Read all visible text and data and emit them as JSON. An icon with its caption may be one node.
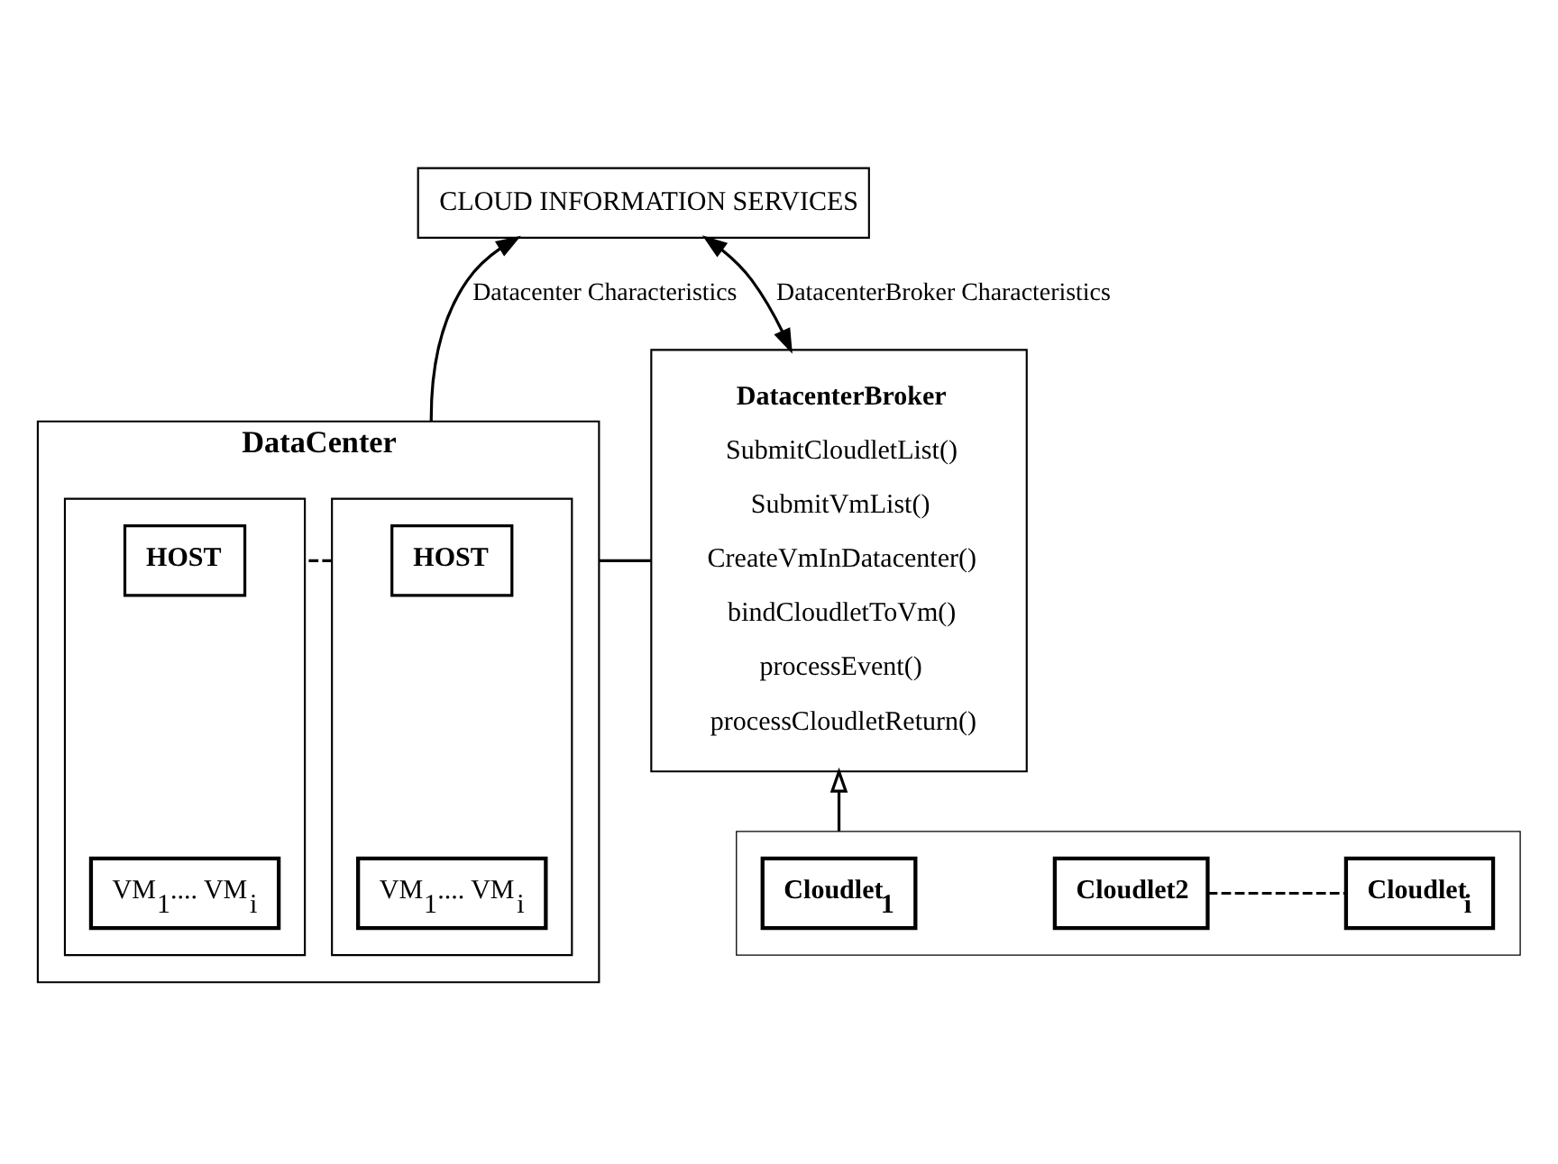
{
  "diagram": {
    "nodes": [
      {
        "text": [
          "CLOUD INFORMATION SERVICES"
        ]
      },
      {
        "text": [
          "DataCenter"
        ]
      },
      {
        "text": [],
        "shape": "box",
        "in": 1
      },
      {
        "text": [
          "HOST"
        ],
        "in": 2
      },
      {
        "text": [
          "VM$_{1}$.... VM$_{i}$"
        ],
        "in": 2
      },
      {
        "text": [],
        "shape": "box",
        "in": 1
      },
      {
        "text": [
          "HOST"
        ],
        "in": 5
      },
      {
        "text": [
          "VM$_{1}$.... VM$_{i}$"
        ],
        "in": 5
      },
      {
        "text": [
          "DatacenterBroker",
          "SubmitCloudletList()",
          "SubmitVmList()",
          "CreateVmInDatacenter()",
          "bindCloudletToVm()",
          "processEvent()",
          "processCloudletReturn()"
        ]
      },
      {
        "text": [],
        "shape": "box"
      },
      {
        "text": [
          "Cloudlet$_{1}$"
        ],
        "in": 9
      },
      {
        "text": [
          "Cloudlet2"
        ],
        "in": 9
      },
      {
        "text": [
          "Cloudlet$_{i}$"
        ],
        "in": 9
      }
    ],
    "edges": [
      {
        "from": 1,
        "to": 0,
        "arrow": "to",
        "label": "Datacenter Characteristics"
      },
      {
        "from": 8,
        "to": 0,
        "arrow": "both",
        "label": "DatacenterBroker Characteristics"
      },
      {
        "from": 2,
        "to": 5,
        "arrow": "none",
        "style": "dashed"
      },
      {
        "from": 1,
        "to": 8,
        "arrow": "none"
      },
      {
        "from": 9,
        "to": 8,
        "arrow": "to"
      },
      {
        "from": 11,
        "to": 12,
        "arrow": "none",
        "style": "dashed"
      }
    ]
  }
}
